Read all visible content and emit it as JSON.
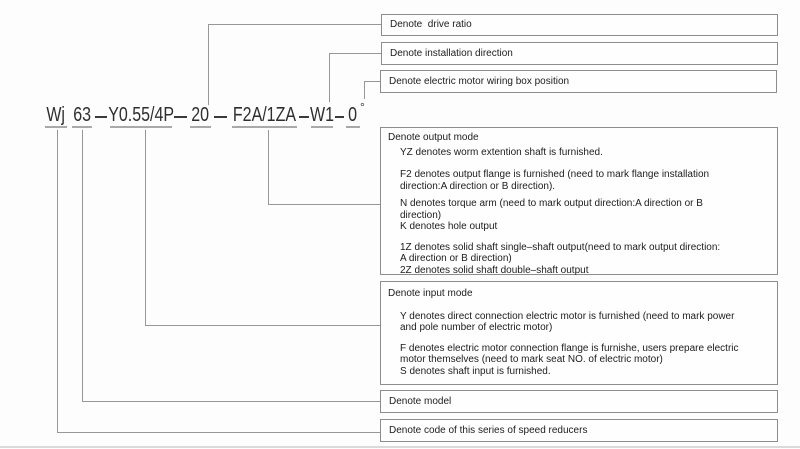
{
  "model_code": {
    "parts": [
      "Wj",
      "63",
      "Y0.55/4P",
      "20",
      "F2A/1ZA",
      "W1",
      "0"
    ],
    "degree_symbol": "°"
  },
  "callouts": {
    "drive_ratio": {
      "label": "Denote  drive ratio"
    },
    "installation_direction": {
      "label": "Denote installation direction"
    },
    "wiring_box_position": {
      "label": "Denote electric motor wiring box position"
    },
    "output_mode": {
      "title": "Denote output mode",
      "paragraphs": [
        "YZ denotes worm extention shaft is furnished.",
        "F2 denotes output flange is furnished (need to mark flange installation\ndirection:A direction or B direction).",
        "N denotes torque arm  (need to mark output direction:A direction or B\ndirection)\nK denotes hole output",
        "1Z denotes solid shaft single–shaft output(need to mark output direction:\nA direction or B direction)\n2Z denotes solid shaft double–shaft output"
      ]
    },
    "input_mode": {
      "title": "Denote input mode",
      "paragraphs": [
        "Y denotes direct connection electric motor is furnished (need to mark power\nand pole number of electric motor)",
        "F denotes electric motor connection flange is furnishe, users prepare electric\nmotor themselves (need to mark seat NO. of electric motor)\nS denotes shaft input is furnished."
      ]
    },
    "model": {
      "label": "Denote model"
    },
    "series_code": {
      "label": "Denote code of this series of speed reducers"
    }
  },
  "colors": {
    "line_gray": "#979797",
    "border_gray": "#8d8d8d",
    "text_dark": "#1c1c1c",
    "underline_gray": "#a9a9a9"
  }
}
